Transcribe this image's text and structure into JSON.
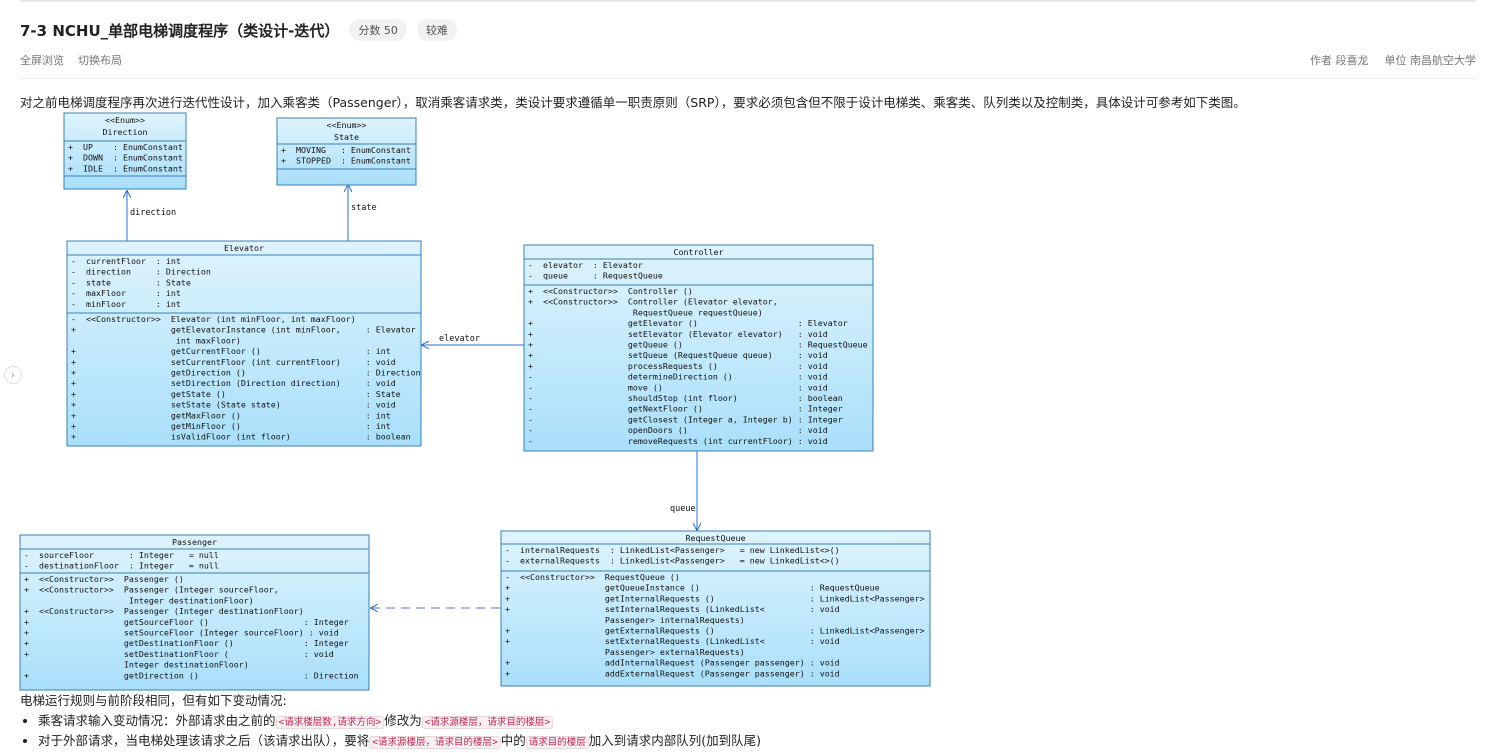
{
  "problem": {
    "title": "7-3 NCHU_单部电梯调度程序（类设计-迭代）",
    "score_label": "分数 50",
    "difficulty_label": "较难",
    "fullscreen_label": "全屏浏览",
    "toggle_layout_label": "切换布局",
    "author_label": "作者 段喜龙",
    "unit_label": "单位 南昌航空大学",
    "description": "对之前电梯调度程序再次进行迭代性设计，加入乘客类（Passenger），取消乘客请求类，类设计要求遵循单一职责原则（SRP），要求必须包含但不限于设计电梯类、乘客类、队列类以及控制类，具体设计可参考如下类图。"
  },
  "diagram": {
    "box_fill": "#c6ebfb",
    "box_stroke": "#3a7fb5",
    "edge_color": "#2a6fd6",
    "classes": [
      {
        "id": "direction",
        "name": "Direction",
        "stereotype": "<<Enum>>",
        "attributes": [
          "+  UP    : EnumConstant",
          "+  DOWN  : EnumConstant",
          "+  IDLE  : EnumConstant"
        ],
        "methods": []
      },
      {
        "id": "state",
        "name": "State",
        "stereotype": "<<Enum>>",
        "attributes": [
          "+  MOVING   : EnumConstant",
          "+  STOPPED  : EnumConstant"
        ],
        "methods": []
      },
      {
        "id": "elevator",
        "name": "Elevator",
        "stereotype": "",
        "attributes": [
          "-  currentFloor  : int",
          "-  direction     : Direction",
          "-  state         : State",
          "-  maxFloor      : int",
          "-  minFloor      : int"
        ],
        "methods": [
          "-  <<Constructor>>  Elevator (int minFloor, int maxFloor)",
          "+                   getElevatorInstance (int minFloor,     : Elevator",
          "                     int maxFloor)",
          "+                   getCurrentFloor ()                     : int",
          "+                   setCurrentFloor (int currentFloor)     : void",
          "+                   getDirection ()                        : Direction",
          "+                   setDirection (Direction direction)     : void",
          "+                   getState ()                            : State",
          "+                   setState (State state)                 : void",
          "+                   getMaxFloor ()                         : int",
          "+                   getMinFloor ()                         : int",
          "+                   isValidFloor (int floor)               : boolean"
        ]
      },
      {
        "id": "controller",
        "name": "Controller",
        "stereotype": "",
        "attributes": [
          "-  elevator  : Elevator",
          "-  queue     : RequestQueue"
        ],
        "methods": [
          "+  <<Constructor>>  Controller ()",
          "+  <<Constructor>>  Controller (Elevator elevator,",
          "                     RequestQueue requestQueue)",
          "+                   getElevator ()                    : Elevator",
          "+                   setElevator (Elevator elevator)   : void",
          "+                   getQueue ()                       : RequestQueue",
          "+                   setQueue (RequestQueue queue)     : void",
          "+                   processRequests ()                : void",
          "-                   determineDirection ()             : void",
          "-                   move ()                           : void",
          "-                   shouldStop (int floor)            : boolean",
          "-                   getNextFloor ()                   : Integer",
          "-                   getClosest (Integer a, Integer b) : Integer",
          "-                   openDoors ()                      : void",
          "-                   removeRequests (int currentFloor) : void"
        ]
      },
      {
        "id": "passenger",
        "name": "Passenger",
        "stereotype": "",
        "attributes": [
          "-  sourceFloor       : Integer   = null",
          "-  destinationFloor  : Integer   = null"
        ],
        "methods": [
          "+  <<Constructor>>  Passenger ()",
          "+  <<Constructor>>  Passenger (Integer sourceFloor,",
          "                     Integer destinationFloor)",
          "+  <<Constructor>>  Passenger (Integer destinationFloor)",
          "+                   getSourceFloor ()                   : Integer",
          "+                   setSourceFloor (Integer sourceFloor) : void",
          "+                   getDestinationFloor ()              : Integer",
          "+                   setDestinationFloor (               : void",
          "                    Integer destinationFloor)",
          "+                   getDirection ()                     : Direction"
        ]
      },
      {
        "id": "requestqueue",
        "name": "RequestQueue",
        "stereotype": "",
        "attributes": [
          "-  internalRequests  : LinkedList<Passenger>   = new LinkedList<>()",
          "-  externalRequests  : LinkedList<Passenger>   = new LinkedList<>()"
        ],
        "methods": [
          "-  <<Constructor>>  RequestQueue ()",
          "+                   getQueueInstance ()                      : RequestQueue",
          "+                   getInternalRequests ()                   : LinkedList<Passenger>",
          "+                   setInternalRequests (LinkedList<         : void",
          "                    Passenger> internalRequests)",
          "+                   getExternalRequests ()                   : LinkedList<Passenger>",
          "+                   setExternalRequests (LinkedList<         : void",
          "                    Passenger> externalRequests)",
          "+                   addInternalRequest (Passenger passenger) : void",
          "+                   addExternalRequest (Passenger passenger) : void"
        ]
      }
    ],
    "edges": [
      {
        "id": "direction",
        "label": "direction"
      },
      {
        "id": "state",
        "label": "state"
      },
      {
        "id": "elevator",
        "label": "elevator"
      },
      {
        "id": "queue",
        "label": "queue"
      },
      {
        "id": "passenger",
        "label": ""
      }
    ]
  },
  "rules": {
    "intro": "电梯运行规则与前阶段相同，但有如下变动情况:",
    "item1_prefix": "乘客请求输入变动情况：外部请求由之前的",
    "item1_code1": "<请求楼层数,请求方向>",
    "item1_middle": "修改为",
    "item1_code2": "<请求源楼层，请求目的楼层>",
    "item2_prefix": "对于外部请求，当电梯处理该请求之后（该请求出队），要将",
    "item2_code1": "<请求源楼层，请求目的楼层>",
    "item2_middle": "中的",
    "item2_code2": "请求目的楼层",
    "item2_suffix": "加入到请求内部队列(加到队尾)"
  }
}
